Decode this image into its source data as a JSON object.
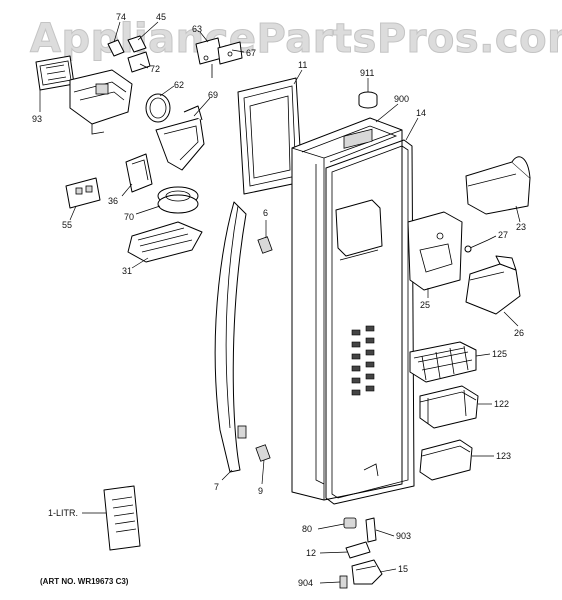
{
  "watermark": "AppliancePartsPros.com",
  "art_number": "(ART NO. WR19673 C3)",
  "callouts": [
    {
      "id": "c74",
      "text": "74"
    },
    {
      "id": "c45",
      "text": "45"
    },
    {
      "id": "c63",
      "text": "63"
    },
    {
      "id": "c67",
      "text": "67"
    },
    {
      "id": "c72",
      "text": "72"
    },
    {
      "id": "c62",
      "text": "62"
    },
    {
      "id": "c93",
      "text": "93"
    },
    {
      "id": "c69",
      "text": "69"
    },
    {
      "id": "c36",
      "text": "36"
    },
    {
      "id": "c55",
      "text": "55"
    },
    {
      "id": "c70",
      "text": "70"
    },
    {
      "id": "c31",
      "text": "31"
    },
    {
      "id": "c11",
      "text": "11"
    },
    {
      "id": "c911",
      "text": "911"
    },
    {
      "id": "c900",
      "text": "900"
    },
    {
      "id": "c14",
      "text": "14"
    },
    {
      "id": "c6",
      "text": "6"
    },
    {
      "id": "c23",
      "text": "23"
    },
    {
      "id": "c27",
      "text": "27"
    },
    {
      "id": "c25",
      "text": "25"
    },
    {
      "id": "c26",
      "text": "26"
    },
    {
      "id": "c125",
      "text": "125"
    },
    {
      "id": "c122",
      "text": "122"
    },
    {
      "id": "c123",
      "text": "123"
    },
    {
      "id": "c7",
      "text": "7"
    },
    {
      "id": "c9",
      "text": "9"
    },
    {
      "id": "clitr",
      "text": "1-LITR."
    },
    {
      "id": "c80",
      "text": "80"
    },
    {
      "id": "c903",
      "text": "903"
    },
    {
      "id": "c12",
      "text": "12"
    },
    {
      "id": "c15",
      "text": "15"
    },
    {
      "id": "c904",
      "text": "904"
    }
  ]
}
